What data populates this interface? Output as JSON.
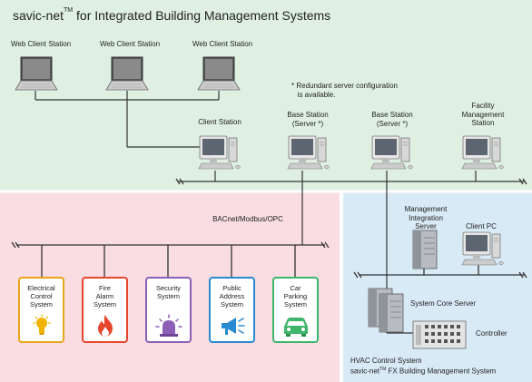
{
  "title": {
    "brand": "savic-net",
    "tm": "TM",
    "rest": " for Integrated Building Management Systems"
  },
  "web_clients": [
    "Web Client Station",
    "Web Client Station",
    "Web Client Station"
  ],
  "note": "* Redundant server configuration\n   is available.",
  "stations": {
    "client": "Client Station",
    "base1": "Base Station\n(Server *)",
    "base2": "Base Station\n(Server *)",
    "facility": "Facility\nManagement\nStation"
  },
  "protocol_label": "BACnet/Modbus/OPC",
  "subsystems": [
    {
      "label": "Electrical\nControl\nSystem",
      "icon": "lightbulb-icon",
      "color": "#e8a516"
    },
    {
      "label": "Fire\nAlarm\nSystem",
      "icon": "fire-icon",
      "color": "#e8452c"
    },
    {
      "label": "Security\nSystem",
      "icon": "siren-icon",
      "color": "#8b5fb5"
    },
    {
      "label": "Public\nAddress\nSystem",
      "icon": "megaphone-icon",
      "color": "#2a8ad0"
    },
    {
      "label": "Car\nParking\nSystem",
      "icon": "car-icon",
      "color": "#3eb56a"
    }
  ],
  "hvac": {
    "mgmt_server": "Management\nIntegration\nServer",
    "client_pc": "Client PC",
    "core_server": "System Core Server",
    "controller": "Controller",
    "footer_line1": "HVAC Control System",
    "footer_line2_brand": "savic-net",
    "footer_line2_tm": "TM",
    "footer_line2_rest": " FX Building Management System"
  },
  "colors": {
    "top_bg": "#dff0e3",
    "left_bg": "#f9dde3",
    "right_bg": "#d9eaf7",
    "line": "#333333"
  }
}
